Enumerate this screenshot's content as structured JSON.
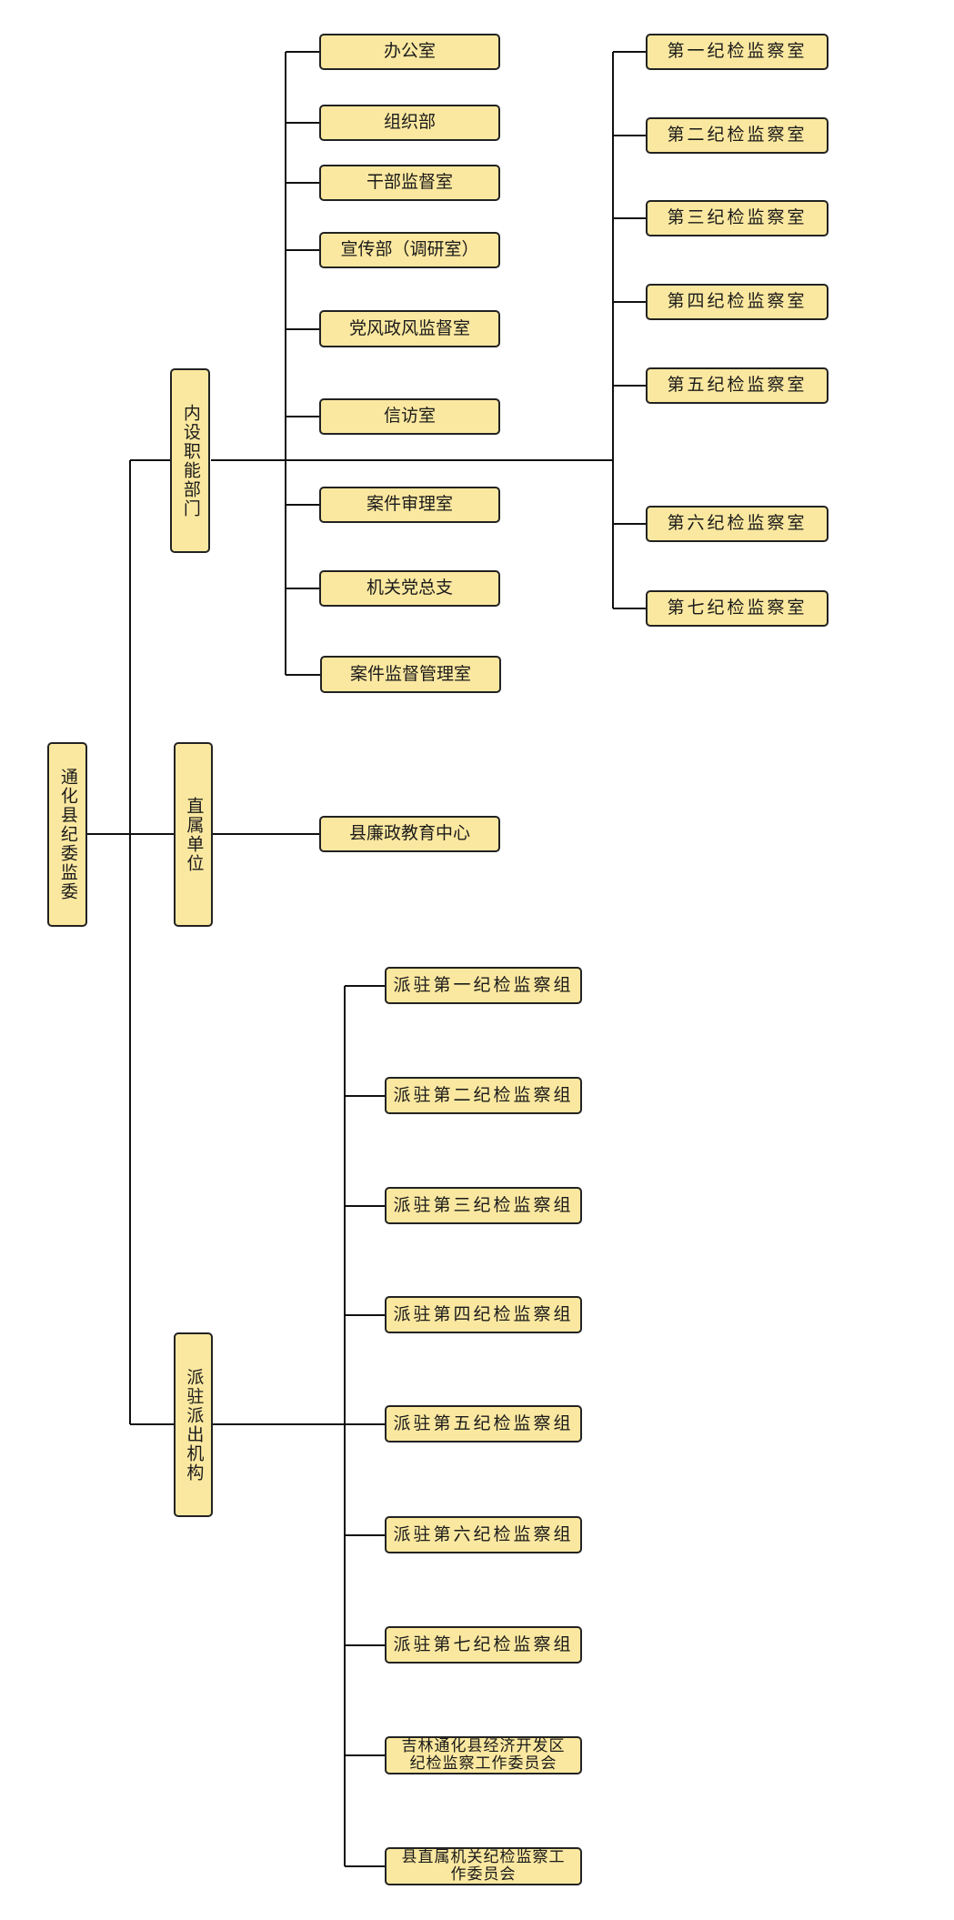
{
  "root": "通化县纪委监委",
  "branches": {
    "internal": {
      "label": "内设职能部门",
      "left_items": [
        "办公室",
        "组织部",
        "干部监督室",
        "宣传部（调研室）",
        "党风政风监督室",
        "信访室",
        "案件审理室",
        "机关党总支",
        "案件监督管理室"
      ],
      "right_items": [
        "第一纪检监察室",
        "第二纪检监察室",
        "第三纪检监察室",
        "第四纪检监察室",
        "第五纪检监察室",
        "第六纪检监察室",
        "第七纪检监察室"
      ]
    },
    "direct": {
      "label": "直属单位",
      "items": [
        "县廉政教育中心"
      ]
    },
    "dispatched": {
      "label": "派驻派出机构",
      "items": [
        "派驻第一纪检监察组",
        "派驻第二纪检监察组",
        "派驻第三纪检监察组",
        "派驻第四纪检监察组",
        "派驻第五纪检监察组",
        "派驻第六纪检监察组",
        "派驻第七纪检监察组",
        "吉林通化县经济开发区纪检监察工作委员会",
        "县直属机关纪检监察工作委员会"
      ]
    }
  }
}
